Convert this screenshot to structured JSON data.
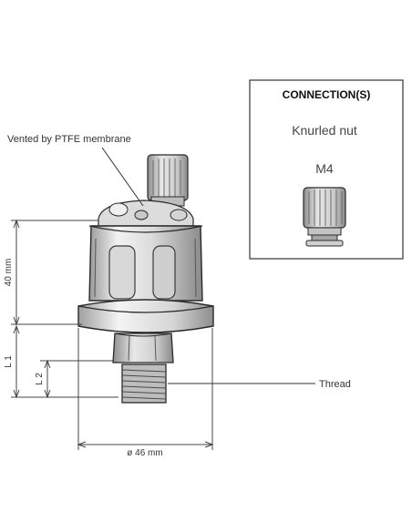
{
  "labels": {
    "vent": "Vented by PTFE membrane",
    "thread": "Thread",
    "dim_40": "40 mm",
    "dim_l1": "L 1",
    "dim_l2": "L 2",
    "dim_diameter": "ø 46 mm"
  },
  "connection_box": {
    "title": "CONNECTION(S)",
    "type": "Knurled nut",
    "size": "M4"
  },
  "colors": {
    "metal_light": "#eeeeee",
    "metal_mid": "#c9c9c9",
    "metal_dark": "#8c8c8c",
    "outline": "#2a2a2a",
    "dimension_line": "#444444"
  }
}
